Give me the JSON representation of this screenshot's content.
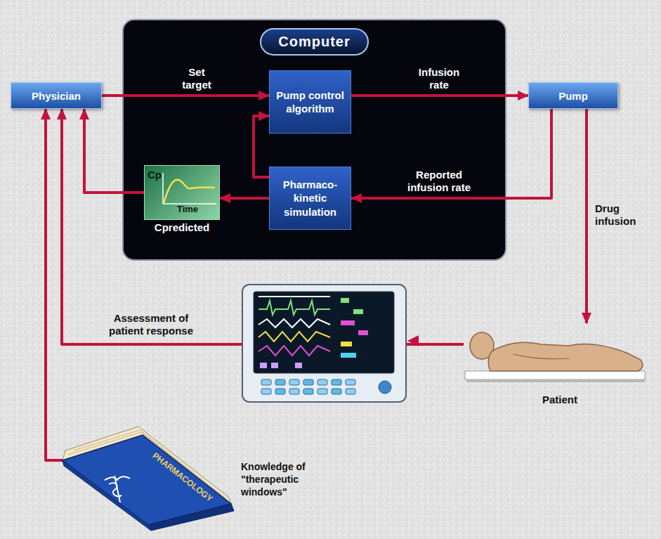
{
  "diagram": {
    "nodes": [
      {
        "text": [
          "Physician"
        ]
      },
      {
        "text": [
          "Computer"
        ]
      },
      {
        "text": [
          "Pump control algorithm"
        ],
        "in": 1
      },
      {
        "text": [
          "Pharmaco- kinetic simulation"
        ],
        "in": 1
      },
      {
        "text": [
          "Cp",
          "Time",
          "Cpredicted"
        ],
        "in": 1
      },
      {
        "text": [
          "Pump"
        ]
      },
      {
        "text": [
          "Patient"
        ]
      },
      {
        "text": [
          "PHARMACOLOGY",
          "Knowledge of \"therapeutic windows\""
        ]
      }
    ],
    "edges": [
      {
        "from": 0,
        "to": 2,
        "label": "Set target",
        "arrow": "to"
      },
      {
        "from": 2,
        "to": 5,
        "label": "Infusion rate",
        "arrow": "to"
      },
      {
        "from": 5,
        "to": 3,
        "label": "Reported infusion rate",
        "arrow": "to"
      },
      {
        "from": 3,
        "to": 2,
        "arrow": "to"
      },
      {
        "from": 3,
        "to": 4,
        "arrow": "to"
      },
      {
        "from": 4,
        "to": 0,
        "arrow": "to"
      },
      {
        "from": 5,
        "to": 6,
        "label": "Drug infusion",
        "arrow": "to"
      },
      {
        "from": 6,
        "to": 0,
        "label": "Assessment of patient response",
        "arrow": "to"
      },
      {
        "from": 7,
        "to": 0,
        "arrow": "to"
      }
    ]
  }
}
